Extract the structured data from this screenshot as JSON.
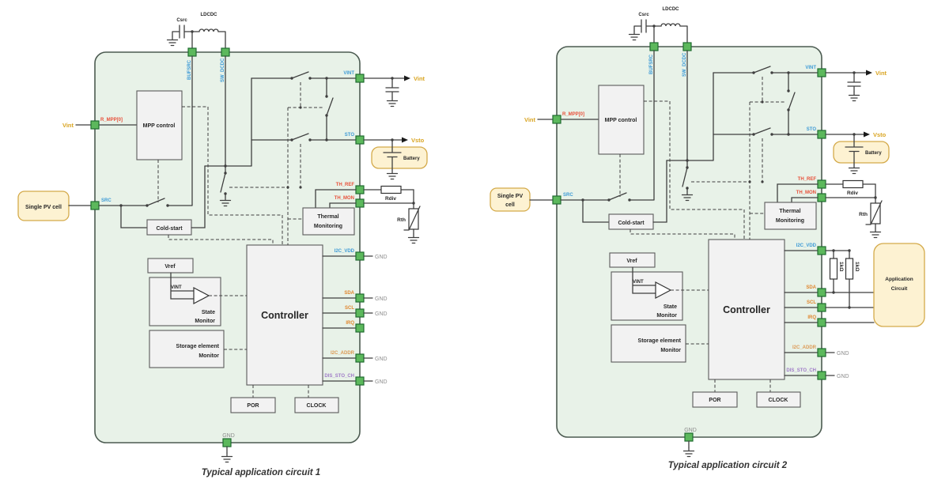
{
  "colors": {
    "pin_fill": "#5cb85c",
    "pin_border": "#1f6b30",
    "ic_body_fill": "#e8f2e8",
    "ic_body_border": "#4c5b51",
    "wire": "#3f3f3f",
    "label_blue": "#3e9bd6",
    "label_red": "#e8503a",
    "label_orange": "#e0862d",
    "label_orange_light": "#dc9a55",
    "label_purple": "#a07cc8",
    "label_gold": "#d9a420",
    "label_gray": "#8c8c8c",
    "yellow_box_fill": "#fdf2d2",
    "yellow_box_border": "#d4aa4a",
    "block_fill": "#f2f2f2"
  },
  "panel1": {
    "caption": "Typical application circuit 1",
    "pins": {
      "bufsrc": "BUFSRC",
      "sw_dcdc": "SW_DCDC",
      "r_mpp": "R_MPP[0]",
      "src": "SRC",
      "vint": "VINT",
      "sto": "STO",
      "th_ref": "TH_REF",
      "th_mon": "TH_MON",
      "i2c_vdd": "I2C_VDD",
      "sda": "SDA",
      "scl": "SCL",
      "irq": "IRQ",
      "i2c_addr": "I2C_ADDR",
      "dis_sto_ch": "DIS_STO_CH",
      "gnd": "GND"
    },
    "blocks": {
      "mpp": "MPP control",
      "cold_start": "Cold-start",
      "vref": "Vref",
      "vint_net": "VINT",
      "state_line1": "State",
      "state_line2": "Monitor",
      "storage_line1": "Storage element",
      "storage_line2": "Monitor",
      "controller": "Controller",
      "thermal_line1": "Thermal",
      "thermal_line2": "Monitoring",
      "por": "POR",
      "clock": "CLOCK"
    },
    "external": {
      "vint_source": "Vint",
      "pv_cell": "Single PV cell",
      "csrc": "Csrc",
      "ldcdc": "LDCDC",
      "vint_out": "Vint",
      "vsto_out": "Vsto",
      "battery": "Battery",
      "rdiv": "Rdiv",
      "rth": "Rth",
      "gnd": "GND"
    }
  },
  "panel2": {
    "caption": "Typical application circuit 2",
    "pins": {
      "bufsrc": "BUFSRC",
      "sw_dcdc": "SW_DCDC",
      "r_mpp": "R_MPP[0]",
      "src": "SRC",
      "vint": "VINT",
      "sto": "STO",
      "th_ref": "TH_REF",
      "th_mon": "TH_MON",
      "i2c_vdd": "I2C_VDD",
      "sda": "SDA",
      "scl": "SCL",
      "irq": "IRQ",
      "i2c_addr": "I2C_ADDR",
      "dis_sto_ch": "DIS_STO_CH",
      "gnd": "GND"
    },
    "blocks": {
      "mpp": "MPP control",
      "cold_start": "Cold-start",
      "vref": "Vref",
      "vint_net": "VINT",
      "state_line1": "State",
      "state_line2": "Monitor",
      "storage_line1": "Storage element",
      "storage_line2": "Monitor",
      "controller": "Controller",
      "thermal_line1": "Thermal",
      "thermal_line2": "Monitoring",
      "por": "POR",
      "clock": "CLOCK"
    },
    "external": {
      "vint_source": "Vint",
      "pv_cell_line1": "Single PV",
      "pv_cell_line2": "cell",
      "csrc": "Csrc",
      "ldcdc": "LDCDC",
      "vint_out": "Vint",
      "vsto_out": "Vsto",
      "battery": "Battery",
      "rdiv": "Rdiv",
      "rth": "Rth",
      "gnd": "GND",
      "pullup_r1": "1kΩ",
      "pullup_r2": "1kΩ",
      "app_line1": "Application",
      "app_line2": "Circuit"
    }
  }
}
